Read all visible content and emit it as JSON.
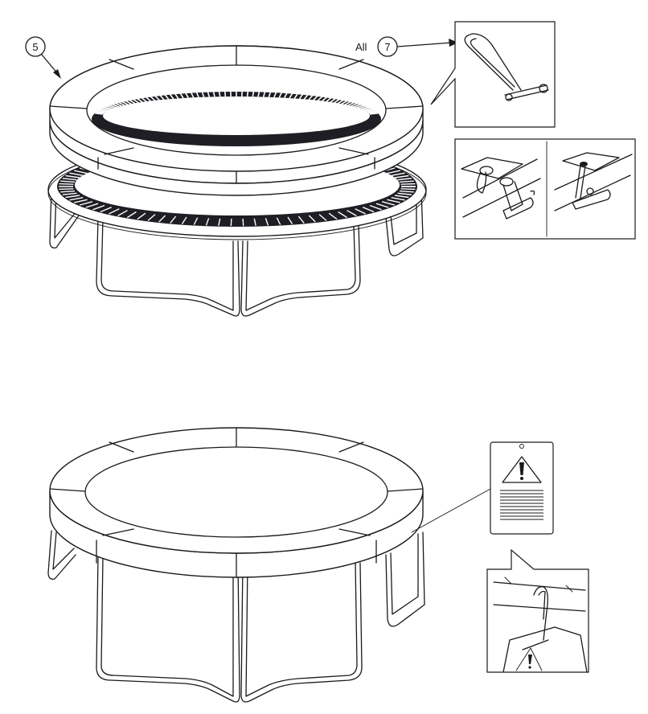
{
  "callouts": {
    "pad_part": "5",
    "clip_part": "7",
    "clip_qty": "All"
  },
  "icons": {
    "warning_sign": "warning-triangle-icon",
    "warning_small": "exclamation-icon"
  },
  "colors": {
    "line": "#1a1a1a",
    "mat": "#1e1e24",
    "background": "#ffffff"
  }
}
